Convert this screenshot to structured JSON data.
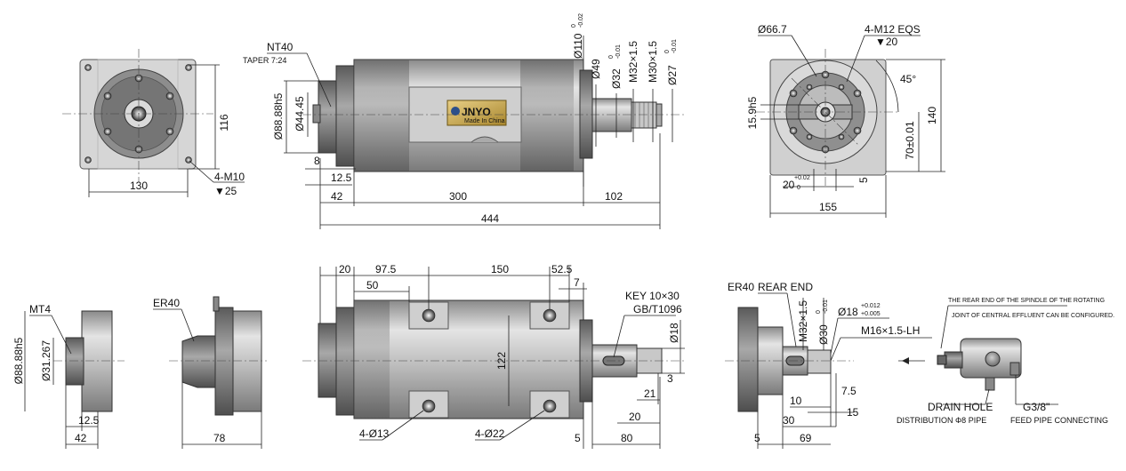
{
  "views": {
    "front_left": {
      "dim_width": "130",
      "dim_height": "116",
      "holes": "4-M10",
      "hole_depth": "▼25"
    },
    "main_side": {
      "taper_label": "NT40",
      "taper_ratio": "TAPER 7:24",
      "dia_88": "Ø88.88h5",
      "dia_44": "Ø44.45",
      "dim_8": "8",
      "dim_12_5": "12.5",
      "dim_42": "42",
      "dim_300": "300",
      "dim_102": "102",
      "dim_444": "444",
      "dia_110": "Ø110",
      "dia_110_tol_upper": "0",
      "dia_110_tol_lower": "-0.02",
      "dia_49": "Ø49",
      "dia_32": "Ø32",
      "dia_32_tol_upper": "0",
      "dia_32_tol_lower": "-0.01",
      "thread_32": "M32×1.5",
      "thread_30": "M30×1.5",
      "dia_27": "Ø27",
      "dia_27_tol_upper": "0",
      "dia_27_tol_lower": "-0.01",
      "brand": "JNYO",
      "brand_sub": "Made In China"
    },
    "right_end": {
      "dia_66": "Ø66.7",
      "holes": "4-M12 EQS",
      "hole_depth": "▼20",
      "angle": "45°",
      "height_140": "140",
      "key_width": "15.9h5",
      "dim_70": "70±0.01",
      "dim_20": "20",
      "dim_20_tol_upper": "+0.02",
      "dim_20_tol_lower": "0",
      "dim_5": "5",
      "dim_155": "155"
    },
    "mt4_view": {
      "label": "MT4",
      "dia_88": "Ø88.88h5",
      "dia_31": "Ø31.267",
      "dim_12_5": "12.5",
      "dim_42": "42"
    },
    "er40_view": {
      "label": "ER40",
      "dim_78": "78"
    },
    "top_view": {
      "dim_20": "20",
      "dim_97_5": "97.5",
      "dim_150": "150",
      "dim_52_5": "52.5",
      "dim_50": "50",
      "dim_7": "7",
      "dim_122": "122",
      "key": "KEY 10×30",
      "key_std": "GB/T1096",
      "dia_18": "Ø18",
      "dim_3": "3",
      "dim_21": "21",
      "dim_20b": "20",
      "holes_13": "4-Ø13",
      "holes_22": "4-Ø22",
      "dim_5": "5",
      "dim_80": "80"
    },
    "rear_view": {
      "label": "ER40",
      "label2": "REAR END",
      "thread_32": "M32×1.5",
      "dia_30": "Ø30",
      "dia_30_tol_upper": "0",
      "dia_30_tol_lower": "-0.01",
      "dia_18": "Ø18",
      "dia_18_tol_upper": "+0.012",
      "dia_18_tol_lower": "+0.005",
      "thread_16": "M16×1.5-LH",
      "dim_7_5": "7.5",
      "dim_10": "10",
      "dim_15": "15",
      "dim_30": "30",
      "dim_5": "5",
      "dim_69": "69"
    },
    "joint": {
      "note_1": "THE REAR END OF THE SPINDLE OF THE ROTATING",
      "note_2": "JOINT OF CENTRAL EFFLUENT CAN BE CONFIGURED.",
      "drain": "DRAIN HOLE",
      "distribution": "DISTRIBUTION Φ8 PIPE",
      "thread": "G3/8\"",
      "feed": "FEED PIPE CONNECTING"
    }
  },
  "colors": {
    "metal_light": "#d9d9d9",
    "metal_mid": "#b0b0b0",
    "metal_dark": "#6e6e6e",
    "line": "#222222",
    "plate": "#c8a24a"
  }
}
